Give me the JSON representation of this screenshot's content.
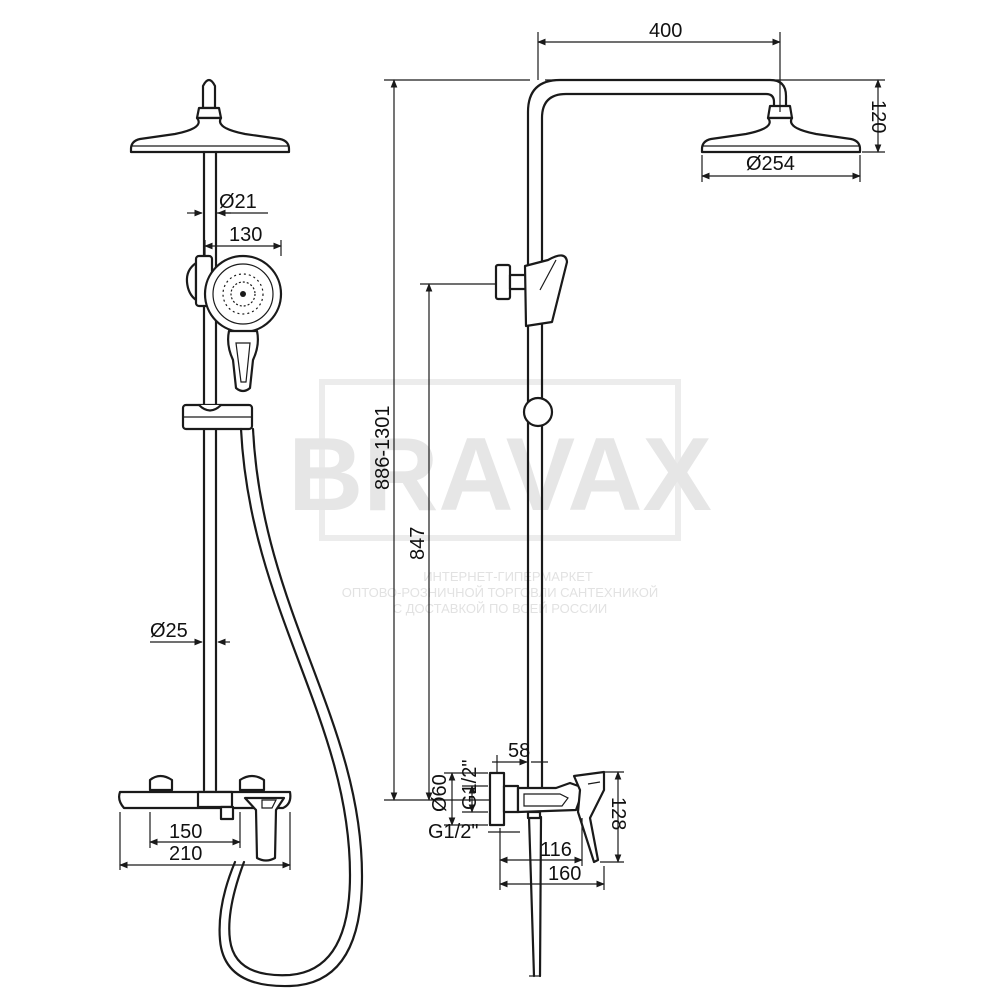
{
  "watermark": {
    "logo": "BRAVAX",
    "lines": [
      "ИНТЕРНЕТ-ГИПЕРМАРКЕТ",
      "ОПТОВО-РОЗНИЧНОЙ ТОРГОВЛИ САНТЕХНИКОЙ",
      "С ДОСТАВКОЙ ПО ВСЕЙ РОССИИ"
    ]
  },
  "front_view": {
    "dims": {
      "pipe_top_diameter": "Ø21",
      "hand_shower_width": "130",
      "pipe_bottom_diameter": "Ø25",
      "mixer_width": "150",
      "mixer_total_width": "210"
    }
  },
  "side_view": {
    "dims": {
      "arm_length": "400",
      "head_height": "120",
      "head_diameter": "Ø254",
      "total_height": "886-1301",
      "mount_height": "847",
      "eccentric_offset": "58",
      "inlet_thread_top": "G1/2\"",
      "flange_diameter": "Ø60",
      "inlet_thread_bottom": "G1/2\"",
      "mixer_height": "128",
      "projection_inner": "116",
      "projection_outer": "160"
    }
  }
}
